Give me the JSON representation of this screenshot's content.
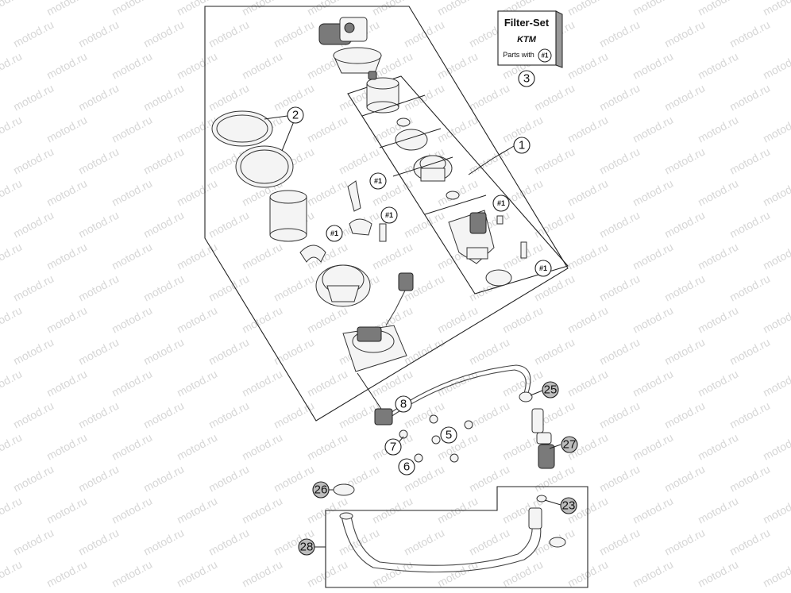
{
  "filter_box": {
    "title": "Filter-Set",
    "brand": "KTM",
    "caption": "Parts with",
    "ref": "#1"
  },
  "watermark": "motod.ru",
  "callouts": {
    "c1": "1",
    "c2": "2",
    "c3": "3",
    "c5": "5",
    "c6": "6",
    "c7": "7",
    "c8": "8",
    "c23": "23",
    "c25": "25",
    "c26": "26",
    "c27": "27",
    "c28": "28",
    "ref": "#1"
  }
}
